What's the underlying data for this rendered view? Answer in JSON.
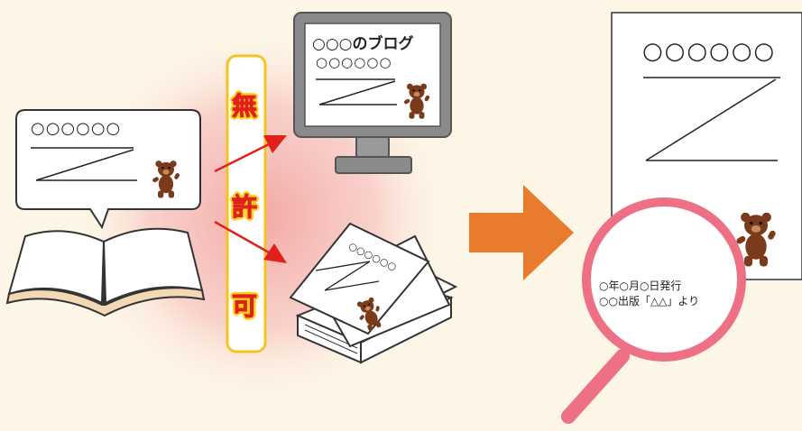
{
  "book_bubble": {
    "circles": "○○○○○○"
  },
  "banner": {
    "chars": [
      "無",
      "許",
      "可"
    ]
  },
  "monitor": {
    "blog_title": "○○○のブログ",
    "circles": "○○○○○○"
  },
  "papers": {
    "circles": "○○○○○○"
  },
  "document": {
    "circles": "○○○○○○"
  },
  "magnifier": {
    "line1": "○年○月○日発行",
    "line2": "○○出版「△△」より"
  },
  "colors": {
    "background": "#fdf6e6",
    "glow": "#f6b9b9",
    "banner_border": "#f2c51f",
    "accent_red": "#e0201a",
    "arrow_orange": "#e87b2e",
    "magnifier_pink": "#ee7084",
    "bear_brown": "#7a3b1d"
  }
}
